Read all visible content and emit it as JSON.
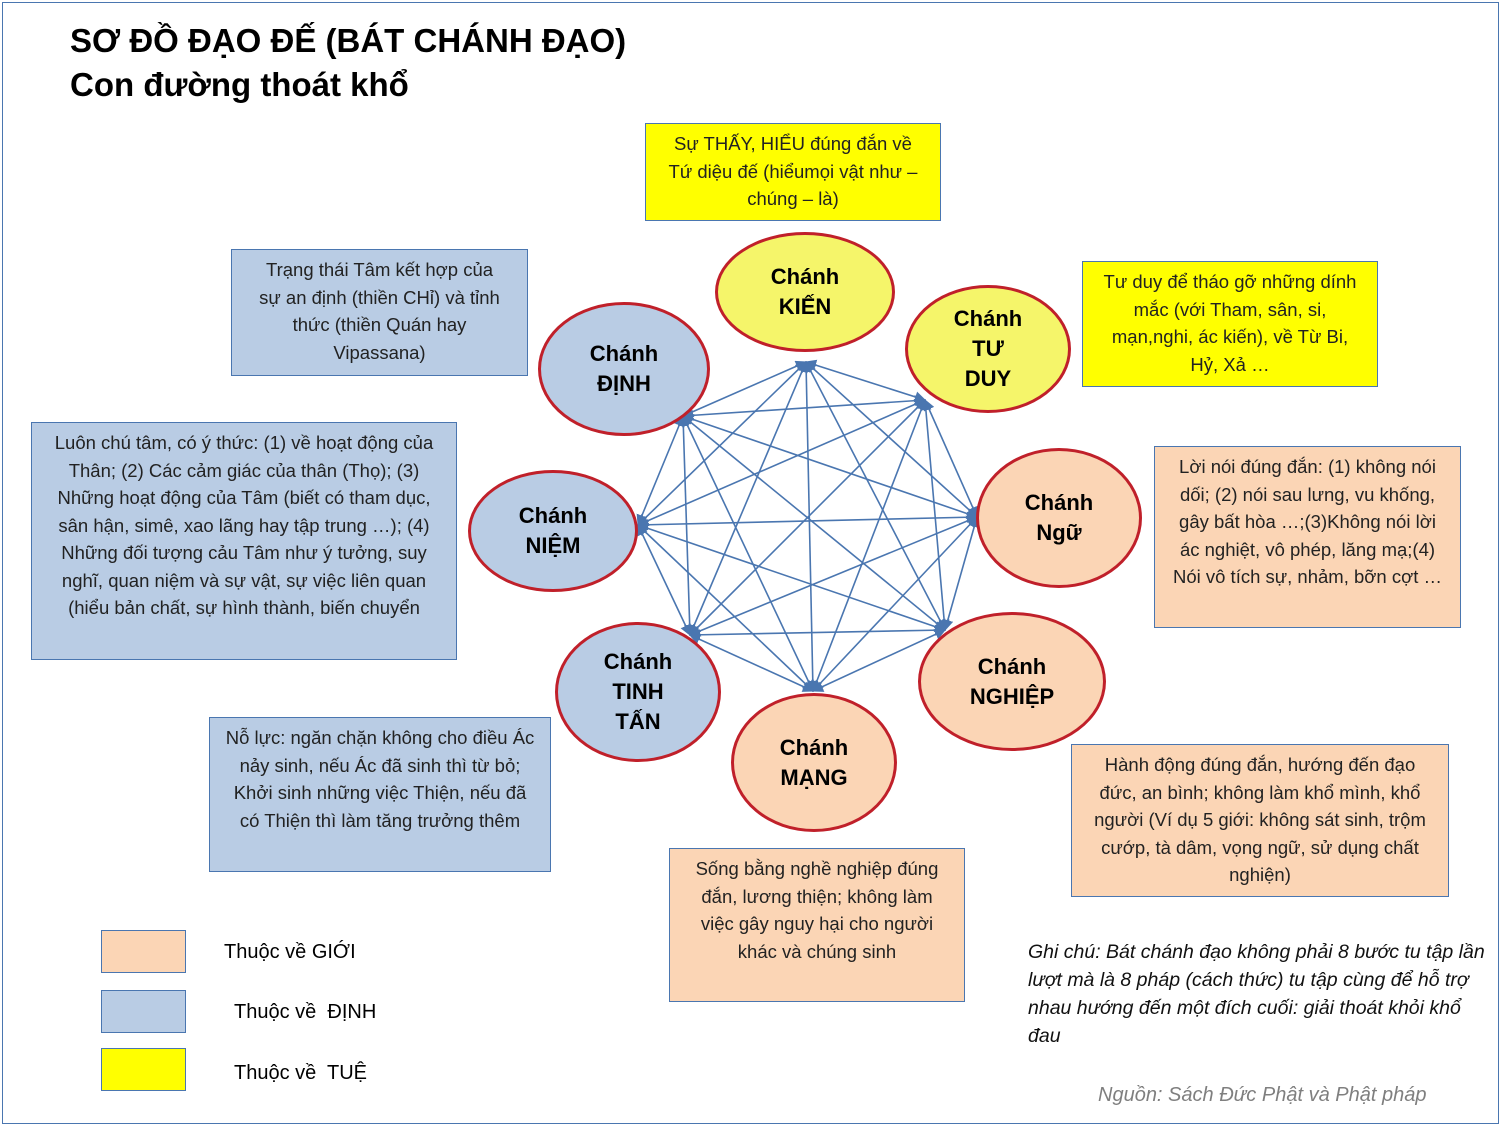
{
  "title": "SƠ ĐỒ ĐẠO ĐẾ (BÁT CHÁNH ĐẠO)",
  "subtitle": "Con đường thoát khổ",
  "colors": {
    "tue_fill": "#ffff00",
    "dinh_fill": "#b9cce4",
    "gioi_fill": "#fbd5b5",
    "circle_border": "#c0202a",
    "arrow": "#4a76b0"
  },
  "paths": {
    "kien": "Chánh\nKIẾN",
    "tu_duy": "Chánh\nTƯ\nDUY",
    "ngu": "Chánh\nNgữ",
    "nghiep": "Chánh\nNGHIỆP",
    "mang": "Chánh\nMẠNG",
    "tinh_tan": "Chánh\nTINH\nTẤN",
    "niem": "Chánh\nNIỆM",
    "dinh": "Chánh\nĐỊNH"
  },
  "descriptions": {
    "kien": "Sự THẤY, HIỂU đúng đắn về Tứ diệu đế (hiểumọi vật như – chúng – là)",
    "tu_duy": "Tư duy để tháo gỡ những dính mắc (với Tham, sân, si, mạn,nghi, ác kiến), về Từ Bi, Hỷ, Xả …",
    "ngu": "Lời nói đúng đắn: (1) không nói dối; (2) nói sau lưng, vu khống, gây bất hòa …;(3)Không nói lời ác nghiệt, vô phép, lăng mạ;(4) Nói vô tích sự, nhảm, bỡn cợt …",
    "nghiep": "Hành động đúng đắn, hướng đến đạo đức, an bình; không làm khổ mình, khổ người (Ví dụ 5 giới: không sát sinh, trộm cướp, tà dâm, vọng ngữ, sử dụng chất nghiện)",
    "mang": "Sống bằng nghề nghiệp đúng đắn, lương thiện; không làm việc gây nguy hại cho người khác và chúng sinh",
    "tinh_tan": "Nỗ lực: ngăn chặn không cho điều Ác nảy sinh, nếu Ác đã sinh thì từ bỏ; Khởi sinh những việc Thiện, nếu đã có Thiện thì làm tăng trưởng thêm",
    "niem": "Luôn chú tâm, có ý thức: (1) về hoạt động của Thân; (2) Các cảm giác của thân (Thọ); (3) Những hoạt động của Tâm (biết có tham dục, sân hận, simê, xao lãng hay tập trung …); (4) Những đối tượng cảu Tâm như ý tưởng, suy nghĩ, quan niệm và sự vật, sự việc liên quan (hiểu bản chất, sự hình thành, biến chuyển",
    "dinh": "Trạng thái Tâm kết hợp của sự an định (thiền CHỉ) và tỉnh thức (thiền Quán hay Vipassana)"
  },
  "legend": [
    {
      "label": "Thuộc về GIỚI",
      "color": "#fbd5b5"
    },
    {
      "label": "Thuộc về  ĐỊNH",
      "color": "#b9cce4"
    },
    {
      "label": "Thuộc về  TUỆ",
      "color": "#ffff00"
    }
  ],
  "note": "Ghi chú: Bát chánh đạo không phải 8 bước tu tập lần lượt mà là 8 pháp (cách thức) tu tập cùng để hỗ trợ nhau hướng đến một đích cuối: giải thoát khỏi khổ đau",
  "source": "Nguồn: Sách Đức Phật và Phật pháp"
}
